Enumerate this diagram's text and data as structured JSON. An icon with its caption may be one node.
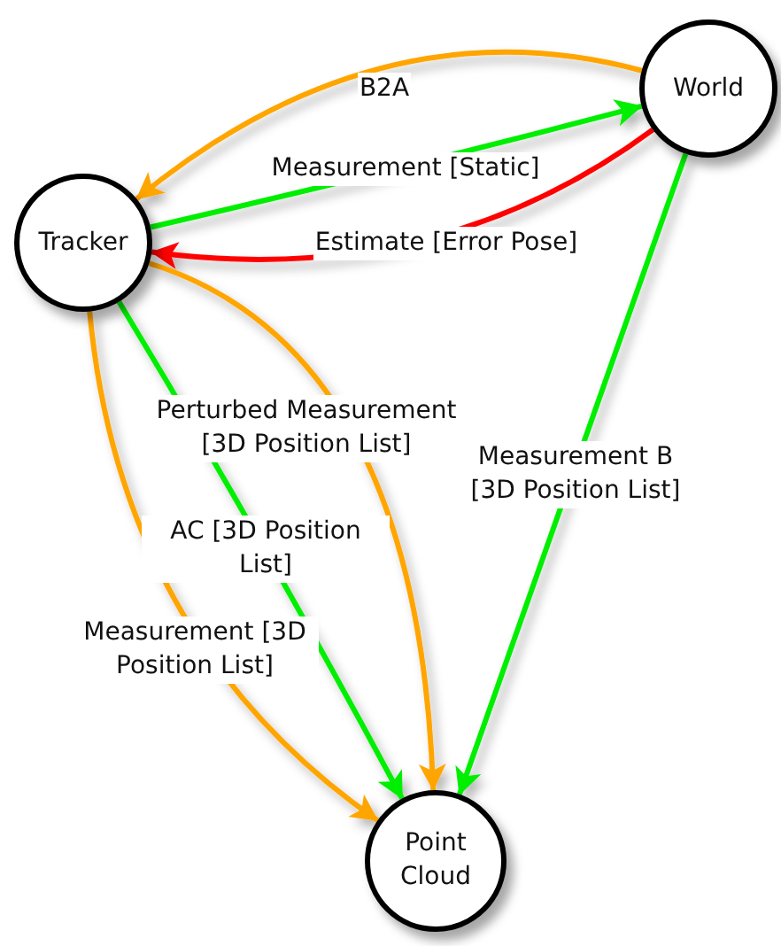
{
  "diagram": {
    "nodes": [
      {
        "text": [
          "Tracker"
        ]
      },
      {
        "text": [
          "World"
        ]
      },
      {
        "text": [
          "Point Cloud"
        ]
      }
    ],
    "edges": [
      {
        "from": 1,
        "to": 0,
        "arrow": "to",
        "label": "B2A",
        "color": "#ffa500"
      },
      {
        "from": 0,
        "to": 1,
        "arrow": "to",
        "label": "Measurement [Static]",
        "color": "#00ee00"
      },
      {
        "from": 1,
        "to": 0,
        "arrow": "to",
        "label": "Estimate [Error Pose]",
        "color": "#ff0000"
      },
      {
        "from": 0,
        "to": 2,
        "arrow": "to",
        "label": "Perturbed Measurement [3D Position List]",
        "color": "#ffa500"
      },
      {
        "from": 0,
        "to": 2,
        "arrow": "to",
        "label": "AC [3D Position List]",
        "color": "#00ee00"
      },
      {
        "from": 0,
        "to": 2,
        "arrow": "to",
        "label": "Measurement [3D Position List]",
        "color": "#ffa500"
      },
      {
        "from": 1,
        "to": 2,
        "arrow": "to",
        "label": "Measurement B [3D Position List]",
        "color": "#00ee00"
      }
    ]
  }
}
